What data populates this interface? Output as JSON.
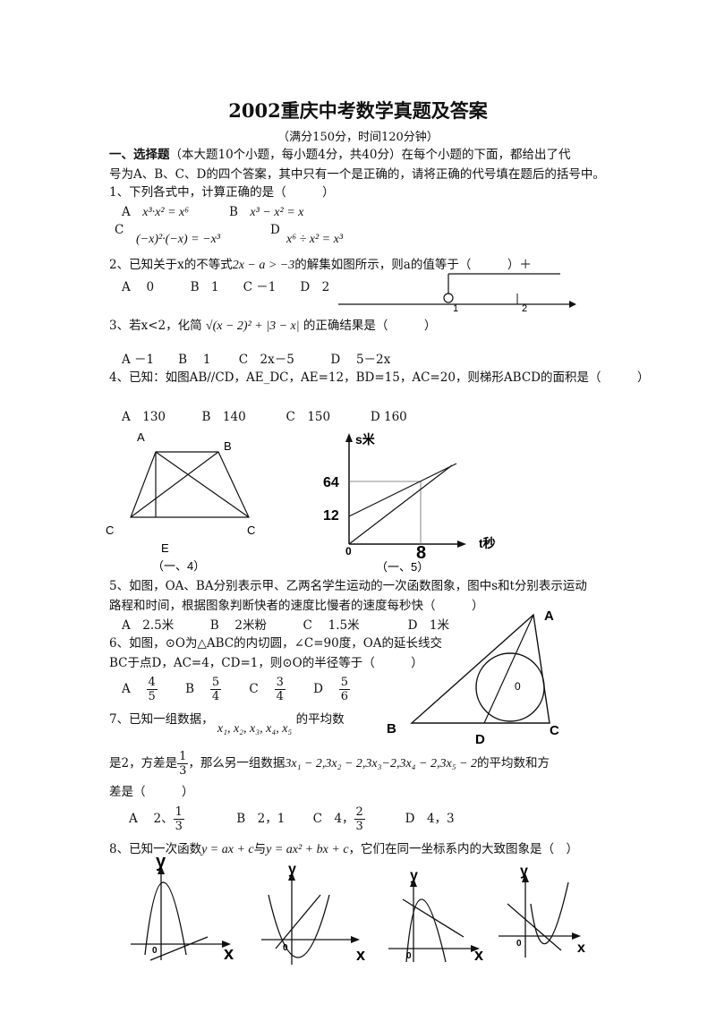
{
  "title": "2002重庆中考数学真题及答案",
  "subtitle": "（满分150分，时间120分钟）",
  "section": {
    "heading": "一、选择题",
    "intro_line1": "（本大题10个小题，每小题4分，共40分）在每个小题的下面，都给出了代",
    "intro_line2": "号为A、B、C、D的四个答案，其中只有一个是正确的，请将正确的代号填在题后的括号中。"
  },
  "q1": {
    "stem": "1、下列各式中，计算正确的是（　　　）",
    "a_label": "A",
    "a_expr": "x³·x² = x⁶",
    "b_label": "B",
    "b_expr": "x³ − x² = x",
    "c_label": "C",
    "c_expr": "(−x)²·(−x) = −x³",
    "d_label": "D",
    "d_expr": "x⁶ ÷ x² = x³"
  },
  "q2": {
    "stem_pre": "2、已知关于x的不等式",
    "stem_expr": "2x − a > −3",
    "stem_post": "的解集如图所示，则a的值等于（　　　）＋",
    "options": "A　 0　　　B　1　　C －1　　D　2",
    "axis_tick1": "1",
    "axis_tick2": "2"
  },
  "q3": {
    "stem_pre": "3、若x<2，化简",
    "stem_expr": "√(x − 2)² + |3 − x|",
    "stem_post": "的正确结果是（　　　）",
    "options": "A －1　　B　 1　　 C　2x－5　　　D　 5－2x"
  },
  "q4": {
    "stem": "4、已知：如图AB//CD，AE_DC，AE=12，BD=15，AC=20，则梯形ABCD的面积是（　　　）",
    "options": "A　130　　　B　140　　　 C　150　　　 D 160",
    "fig_label_A": "A",
    "fig_label_B": "B",
    "fig_label_C1": "C",
    "fig_label_C2": "C",
    "fig_label_E": "E",
    "caption": "（一、4）"
  },
  "q5_fig": {
    "y_label": "s米",
    "x_label": "t秒",
    "y1": "64",
    "y2": "12",
    "origin": "0",
    "x1": "8",
    "caption": "（一、5）"
  },
  "q5": {
    "line1": "5、如图，OA、BA分别表示甲、乙两名学生运动的一次函数图象，图中s和t分别表示运动",
    "line2": "路程和时间，根据图象判断快者的速度比慢者的速度每秒快（　　　）",
    "options": "A　2.5米　　　B　 2米粉　　　C　 1.5米　　　　D　1米"
  },
  "q6": {
    "line1": "6、如图，⊙O为△ABC的内切圆，∠C=90度，OA的延长线交",
    "line2": "BC于点D，AC=4，CD=1，则⊙O的半径等于（　　　）",
    "a_label": "A",
    "a_num": "4",
    "a_den": "5",
    "b_label": "B",
    "b_num": "5",
    "b_den": "4",
    "c_label": "C",
    "c_num": "3",
    "c_den": "4",
    "d_label": "D",
    "d_num": "5",
    "d_den": "6",
    "fig_A": "A",
    "fig_B": "B",
    "fig_C": "C",
    "fig_D": "D",
    "fig_O": "0"
  },
  "q7": {
    "stem_pre": "7、已知一组数据，",
    "stem_expr": "x₁, x₂, x₃, x₄, x₅",
    "stem_post": "的平均数",
    "line2_pre": "是2，方差是",
    "var_num": "1",
    "var_den": "3",
    "line2_mid": "，那么另一组数据",
    "line2_expr": "3x₁ − 2,3x₂ − 2,3x₃−2,3x₄ − 2,3x₅ − 2",
    "line2_post": "的平均数和方",
    "line3": "差是（　　　）",
    "a_pre": "A　 2、",
    "a_num": "1",
    "a_den": "3",
    "b": "B　2，1",
    "c_pre": "C　4，",
    "c_num": "2",
    "c_den": "3",
    "d": "D　4，3"
  },
  "q8": {
    "stem_pre": "8、已知一次函数",
    "stem_expr1": "y = ax + c",
    "stem_mid": "与",
    "stem_expr2": "y = ax² + bx + c",
    "stem_post": "，它们在同一坐标系内的大致图象是（　）",
    "y_label": "y",
    "x_label": "x",
    "origin": "0"
  }
}
